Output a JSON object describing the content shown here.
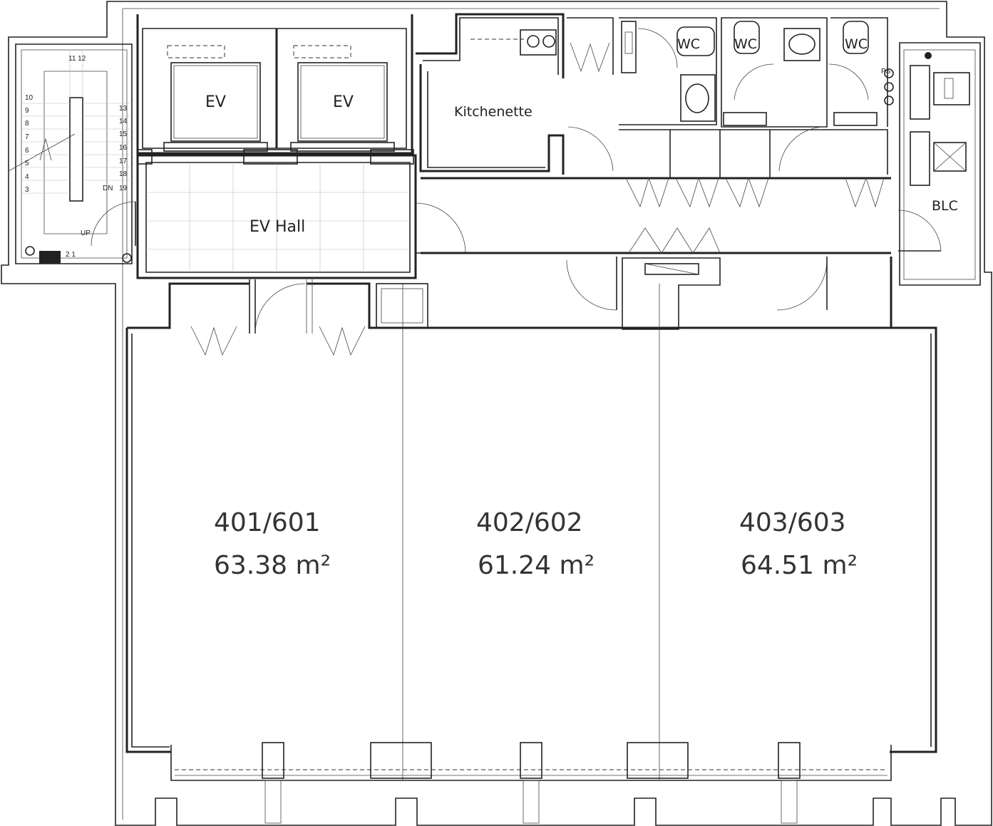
{
  "rooms": {
    "ev_left": "EV",
    "ev_right": "EV",
    "ev_hall": "EV Hall",
    "kitchenette": "Kitchenette",
    "wc_1": "WC",
    "wc_2": "WC",
    "wc_3": "WC",
    "blc": "BLC",
    "unit_1_name": "401/601",
    "unit_1_area": "63.38 m²",
    "unit_2_name": "402/602",
    "unit_2_area": "61.24 m²",
    "unit_3_name": "403/603",
    "unit_3_area": "64.51 m²"
  },
  "stairs": {
    "steps_left": [
      "10",
      "9",
      "8",
      "7",
      "6",
      "5",
      "4",
      "3"
    ],
    "steps_right": [
      "13",
      "14",
      "15",
      "16",
      "17",
      "18"
    ],
    "top_steps": "11 12",
    "dn": "DN",
    "dn_step": "19",
    "up": "UP",
    "bottom_steps": "2 1",
    "ps": "PS"
  }
}
